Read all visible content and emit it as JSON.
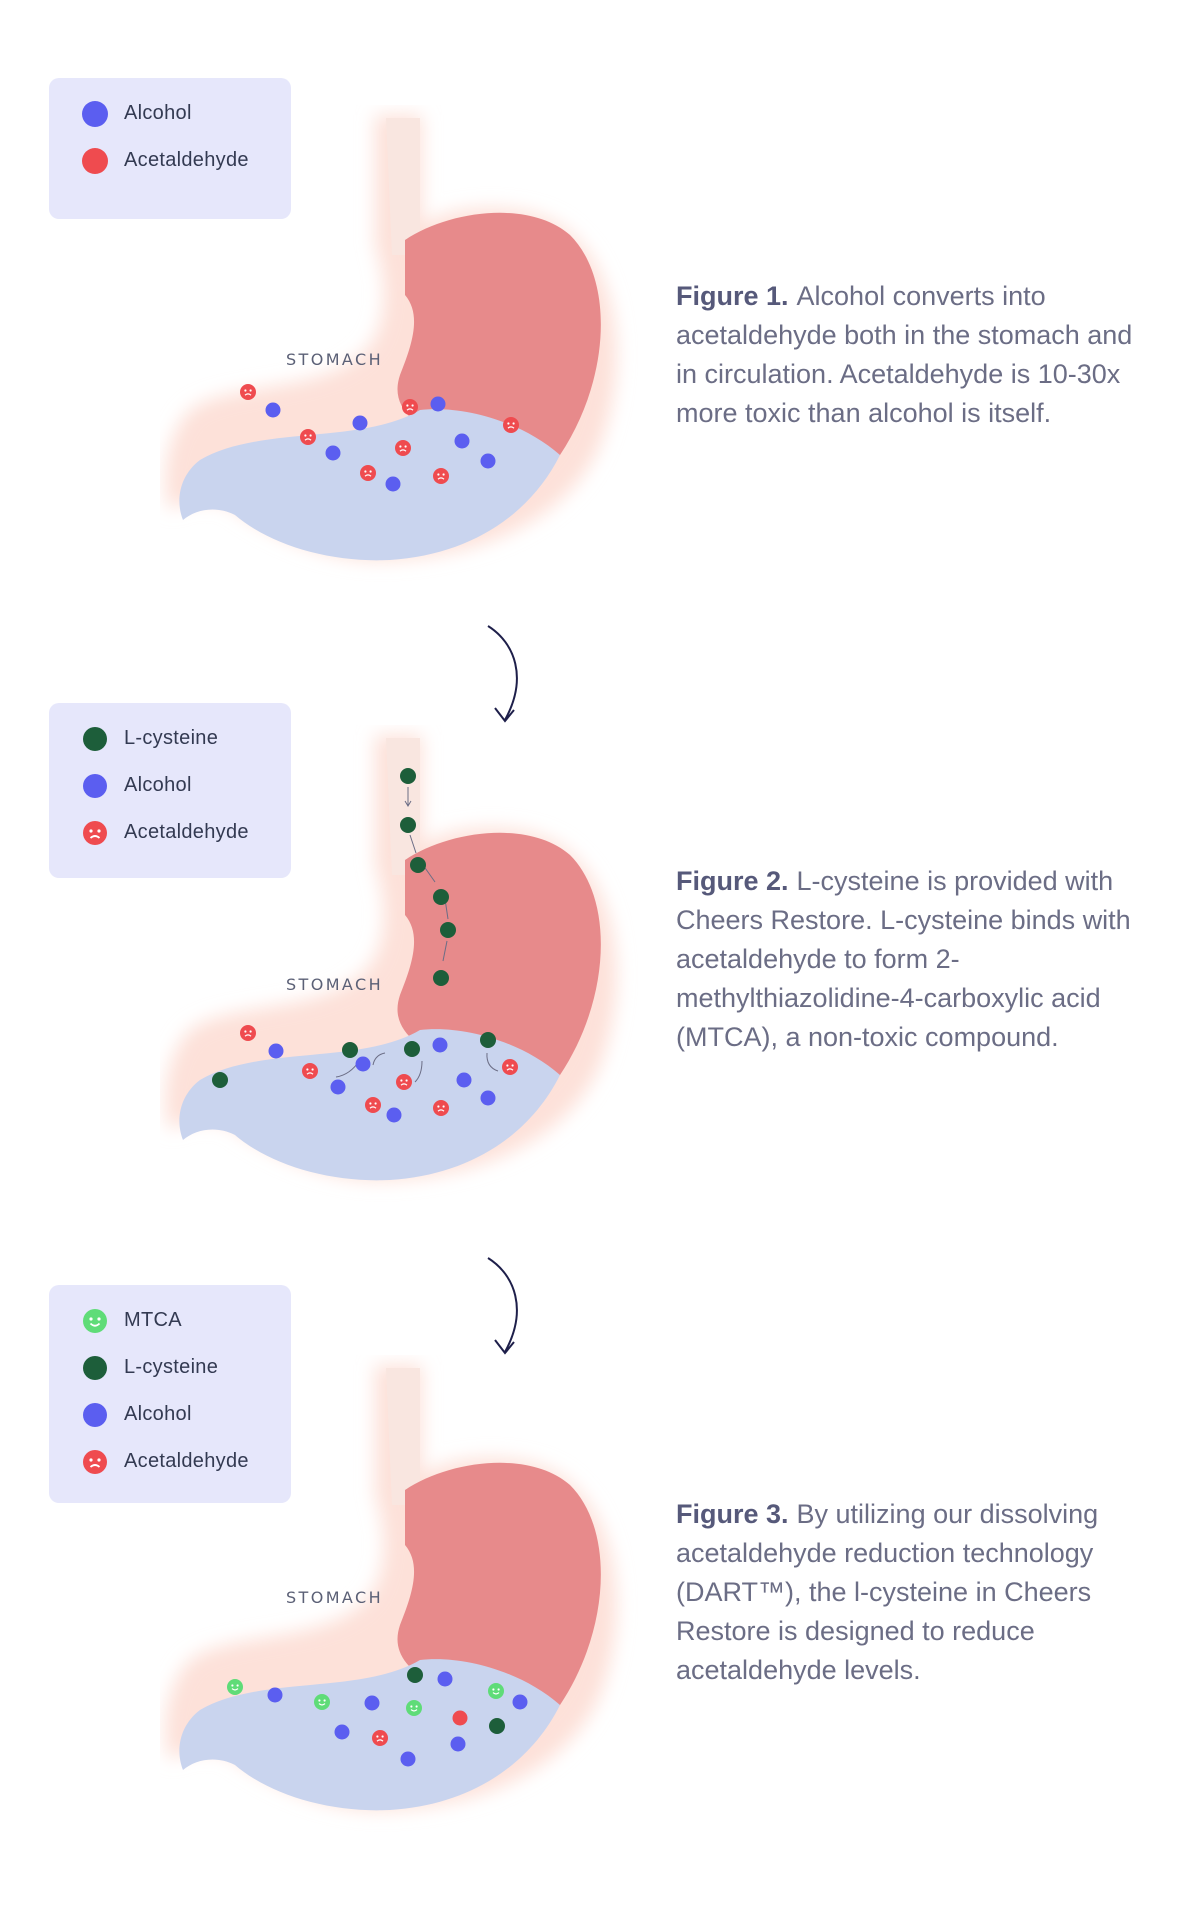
{
  "figures": [
    {
      "legend": [
        {
          "label": "Alcohol",
          "icon": "alcohol-dot"
        },
        {
          "label": "Acetaldehyde",
          "icon": "acetaldehyde-dot"
        }
      ],
      "stomach_label": "STOMACH",
      "caption_title": "Figure 1.",
      "caption_text": "Alcohol converts into acetaldehyde both in the stomach and in circulation. Acetaldehyde is 10-30x more toxic than alcohol is itself."
    },
    {
      "legend": [
        {
          "label": "L-cysteine",
          "icon": "l-cysteine-dot"
        },
        {
          "label": "Alcohol",
          "icon": "alcohol-dot"
        },
        {
          "label": "Acetaldehyde",
          "icon": "acetaldehyde-frown-icon"
        }
      ],
      "stomach_label": "STOMACH",
      "caption_title": "Figure 2.",
      "caption_text": "L-cysteine is provided with Cheers Restore. L-cysteine binds with acetaldehyde to form 2-methylthiazolidine-4-carboxylic acid (MTCA), a non-toxic compound."
    },
    {
      "legend": [
        {
          "label": "MTCA",
          "icon": "mtca-smile-icon"
        },
        {
          "label": "L-cysteine",
          "icon": "l-cysteine-dot"
        },
        {
          "label": "Alcohol",
          "icon": "alcohol-dot"
        },
        {
          "label": "Acetaldehyde",
          "icon": "acetaldehyde-frown-icon"
        }
      ],
      "stomach_label": "STOMACH",
      "caption_title": "Figure 3.",
      "caption_text": "By utilizing our dissolving acetaldehyde reduction technology (DART™), the l-cysteine in Cheers Restore is designed to reduce acetaldehyde levels."
    }
  ],
  "colors": {
    "alcohol": "#5b5ef0",
    "acetaldehyde": "#ef4b4f",
    "l_cysteine": "#1d5e3a",
    "mtca": "#5fdc78",
    "stomach_upper": "#e78a8b",
    "stomach_lower": "#c9d4ee",
    "esophagus": "#f9e6e0",
    "legend_bg": "#e6e7fb",
    "arrow": "#1e1f4a"
  }
}
